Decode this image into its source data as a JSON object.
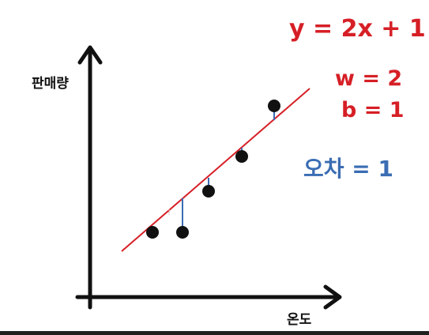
{
  "labels": {
    "y_axis": "판매량",
    "x_axis": "온도",
    "equation": "y = 2x + 1",
    "weight": "w = 2",
    "bias": "b = 1",
    "error": "오차 = 1"
  },
  "colors": {
    "axis": "#111111",
    "regression_line": "#d61f26",
    "residual": "#3a6db3",
    "point": "#111111",
    "formula_text": "#d61f26",
    "error_text": "#3a6db3"
  },
  "diagram": {
    "type": "scatter-with-regression-line",
    "point_count": 5,
    "residual_count": 4
  }
}
